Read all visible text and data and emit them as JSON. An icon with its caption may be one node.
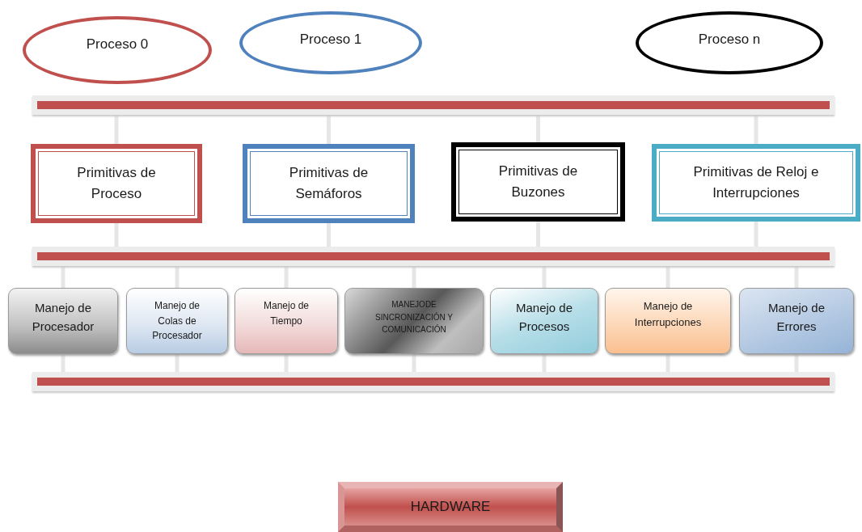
{
  "diagram": {
    "nodes": [
      {
        "text": [
          "Proceso 0"
        ]
      },
      {
        "text": [
          "Proceso 1"
        ]
      },
      {
        "text": [
          "Proceso n"
        ]
      },
      {
        "text": [],
        "shape": "bar"
      },
      {
        "text": [
          "Primitivas de Proceso"
        ]
      },
      {
        "text": [
          "Primitivas de Semáforos"
        ]
      },
      {
        "text": [
          "Primitivas de Buzones"
        ]
      },
      {
        "text": [
          "Primitivas de Reloj e Interrupciones"
        ]
      },
      {
        "text": [],
        "shape": "bar"
      },
      {
        "text": [
          "Manejo de Procesador"
        ]
      },
      {
        "text": [
          "Manejo de Colas de Procesador"
        ]
      },
      {
        "text": [
          "Manejo de Tiempo"
        ]
      },
      {
        "text": [
          "MANEJODE SINCRONIZACIÓN Y COMUNICACIÓN"
        ]
      },
      {
        "text": [
          "Manejo de Procesos"
        ]
      },
      {
        "text": [
          "Manejo de Interrupciones"
        ]
      },
      {
        "text": [
          "Manejo de Errores"
        ]
      },
      {
        "text": [],
        "shape": "bar"
      },
      {
        "text": [
          "HARDWARE"
        ]
      }
    ],
    "edges": [
      {
        "from": 3,
        "to": 4,
        "arrow": "none"
      },
      {
        "from": 3,
        "to": 5,
        "arrow": "none"
      },
      {
        "from": 3,
        "to": 6,
        "arrow": "none"
      },
      {
        "from": 3,
        "to": 7,
        "arrow": "none"
      },
      {
        "from": 4,
        "to": 8,
        "arrow": "none"
      },
      {
        "from": 5,
        "to": 8,
        "arrow": "none"
      },
      {
        "from": 6,
        "to": 8,
        "arrow": "none"
      },
      {
        "from": 7,
        "to": 8,
        "arrow": "none"
      },
      {
        "from": 8,
        "to": 9,
        "arrow": "none"
      },
      {
        "from": 8,
        "to": 10,
        "arrow": "none"
      },
      {
        "from": 8,
        "to": 11,
        "arrow": "none"
      },
      {
        "from": 8,
        "to": 12,
        "arrow": "none"
      },
      {
        "from": 8,
        "to": 13,
        "arrow": "none"
      },
      {
        "from": 8,
        "to": 14,
        "arrow": "none"
      },
      {
        "from": 8,
        "to": 15,
        "arrow": "none"
      },
      {
        "from": 9,
        "to": 16,
        "arrow": "none"
      },
      {
        "from": 10,
        "to": 16,
        "arrow": "none"
      },
      {
        "from": 11,
        "to": 16,
        "arrow": "none"
      },
      {
        "from": 12,
        "to": 16,
        "arrow": "none"
      },
      {
        "from": 13,
        "to": 16,
        "arrow": "none"
      },
      {
        "from": 14,
        "to": 16,
        "arrow": "none"
      },
      {
        "from": 15,
        "to": 16,
        "arrow": "none"
      }
    ]
  }
}
